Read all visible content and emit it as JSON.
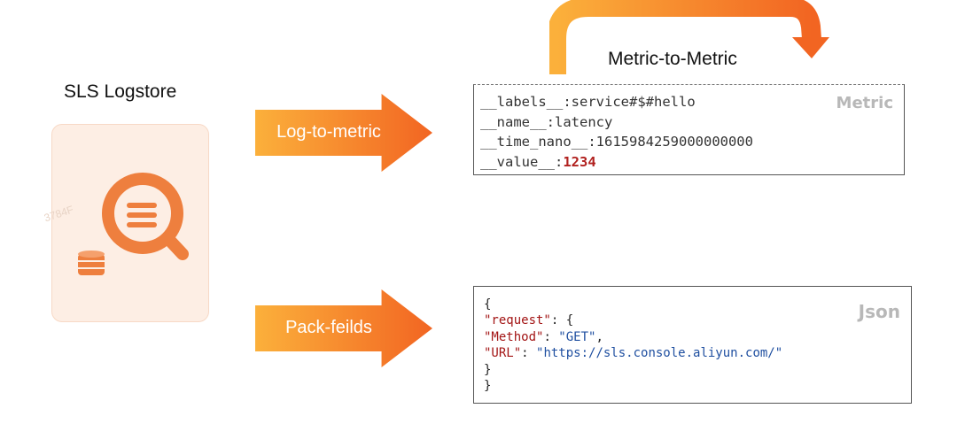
{
  "logstore": {
    "title": "SLS Logstore",
    "watermark": "3784F",
    "icons": [
      "search-log-icon",
      "database-icon"
    ],
    "colors": {
      "card": "#fdeee4",
      "icon": "#ee7f3e"
    }
  },
  "arrows": {
    "log_to_metric": "Log-to-metric",
    "pack_fields": "Pack-feilds",
    "colors": {
      "start": "#fbb03b",
      "end": "#f26522"
    }
  },
  "metric_flow_label": "Metric-to-Metric",
  "metric_box": {
    "tag": "Metric",
    "lines": [
      {
        "key": "__labels__",
        "sep": ":",
        "value": "service#$#hello"
      },
      {
        "key": "__name__",
        "sep": ":",
        "value": "latency"
      },
      {
        "key": "__time_nano__",
        "sep": ":",
        "value": "1615984259000000000"
      },
      {
        "key": "__value__",
        "sep": ":",
        "value": "1234"
      }
    ]
  },
  "json_box": {
    "tag": "Json",
    "open_brace": "{",
    "request_key": "\"request\"",
    "request_sep": ": {",
    "method_key": "\"Method\"",
    "method_sep": ": ",
    "method_value": "\"GET\"",
    "method_end": ",",
    "url_key": "\"URL\"",
    "url_sep": ": ",
    "url_value": "\"https://sls.console.aliyun.com/\"",
    "inner_close": "}",
    "outer_close": "}"
  }
}
